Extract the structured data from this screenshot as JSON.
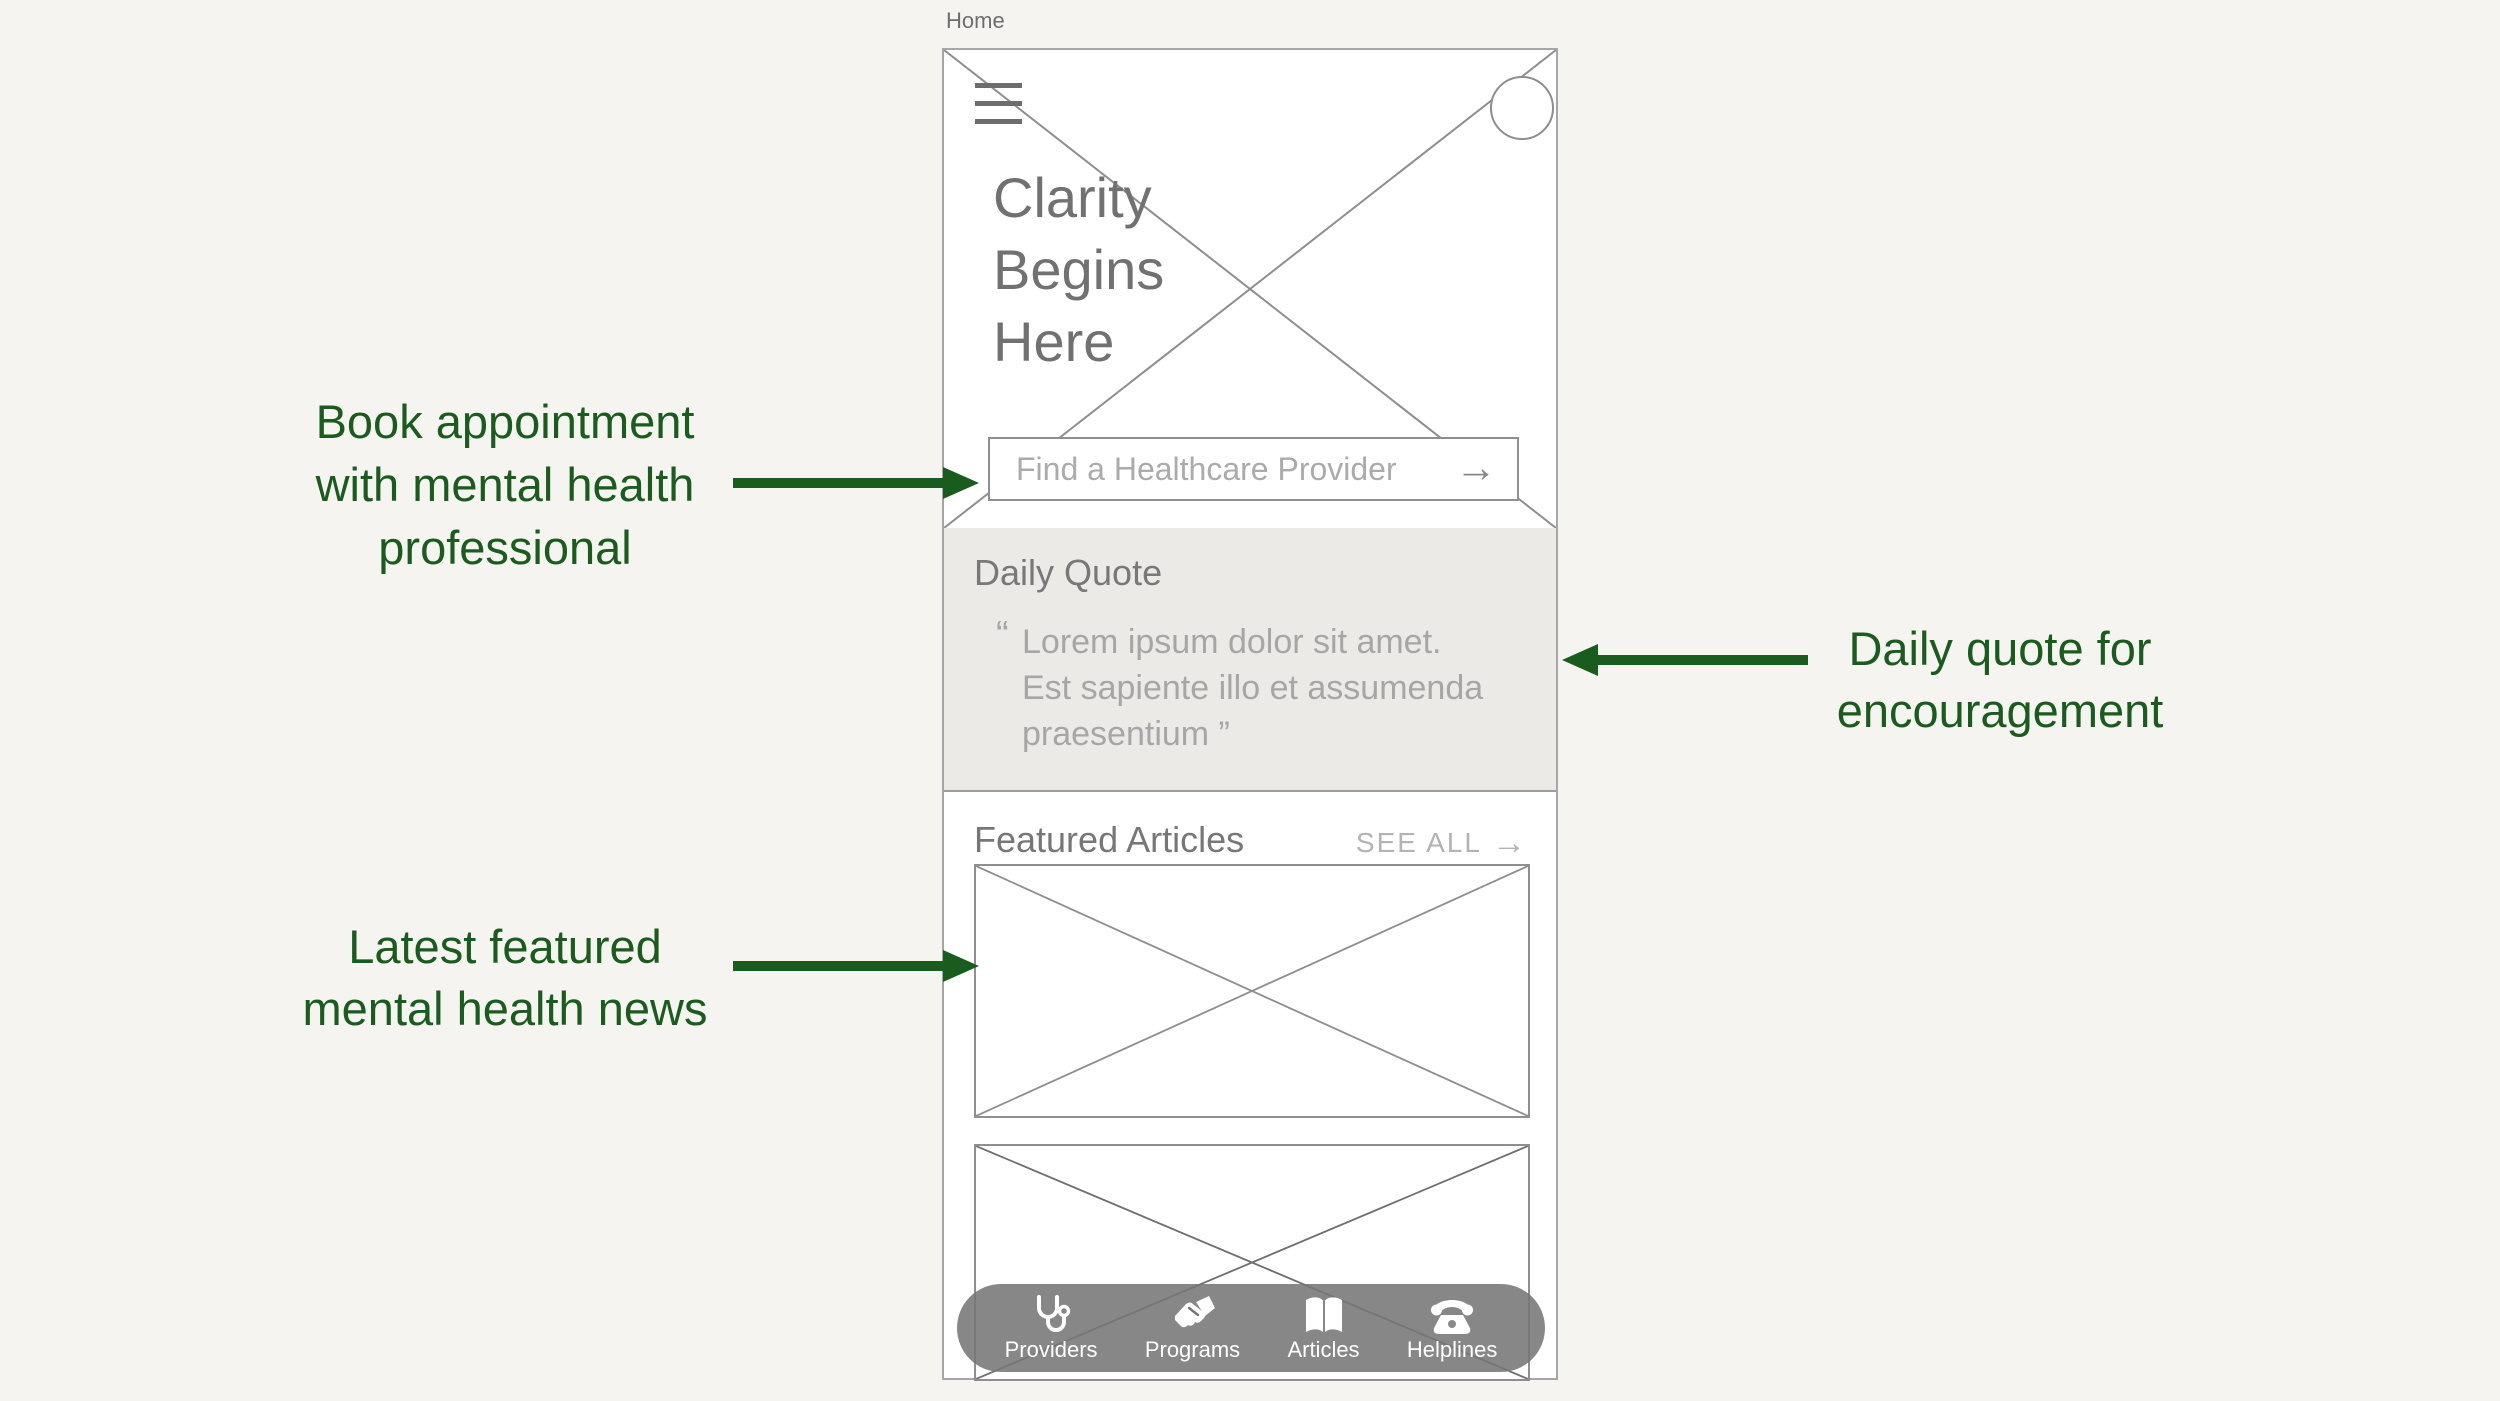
{
  "screen_label": "Home",
  "phone": {
    "hero": {
      "title_lines": [
        "Clarity",
        "Begins",
        "Here"
      ],
      "search": {
        "placeholder": "Find a Healthcare Provider",
        "arrow_glyph": "→"
      }
    },
    "daily_quote": {
      "heading": "Daily Quote",
      "open_quote": "“",
      "lines": [
        "Lorem ipsum dolor sit amet.",
        "Est sapiente illo et assumenda",
        "praesentium ”"
      ]
    },
    "featured": {
      "heading": "Featured Articles",
      "see_all_label": "SEE ALL",
      "see_all_arrow": "→"
    },
    "nav": {
      "items": [
        {
          "label": "Providers",
          "icon": "stethoscope-icon"
        },
        {
          "label": "Programs",
          "icon": "handshake-icon"
        },
        {
          "label": "Articles",
          "icon": "open-book-icon"
        },
        {
          "label": "Helplines",
          "icon": "telephone-icon"
        }
      ]
    }
  },
  "annotations": {
    "book_appointment": {
      "line1": "Book appointment",
      "line2": "with mental health",
      "line3": "professional"
    },
    "daily_quote": {
      "line1": "Daily quote for",
      "line2": "encouragement"
    },
    "featured_news": {
      "line1": "Latest featured",
      "line2": "mental health news"
    }
  },
  "colors": {
    "annotation_green": "#1a5c1e",
    "page_background": "#f5f4f1",
    "quote_background": "#ebeae7",
    "wireframe_line_gray": "#8e8e8e",
    "navbar_gray": "#767676",
    "muted_text_gray": "#a6a6a6",
    "heading_gray": "#777777"
  }
}
